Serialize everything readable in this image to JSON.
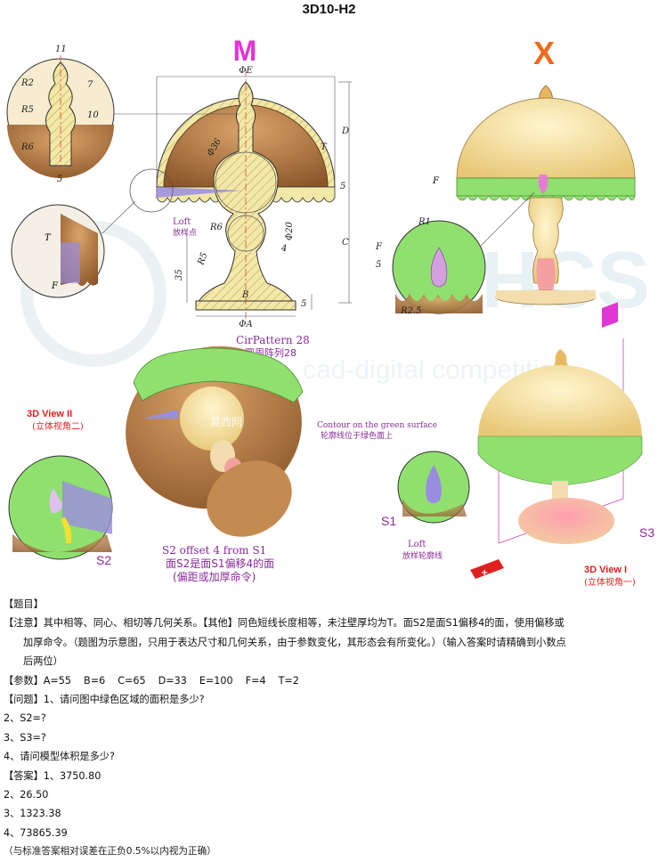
{
  "header": {
    "title": "3D10-H2"
  },
  "views": {
    "m_label": "M",
    "x_label": "X",
    "view2_title": "3D View II",
    "view2_sub": "(立体视角二)",
    "view1_title": "3D View I",
    "view1_sub": "(立体视角一)",
    "m_badge": "M"
  },
  "annotations": {
    "cirpattern_en": "CirPattern 28",
    "cirpattern_cn": "圆周阵列28",
    "loft_en": "Loft",
    "loft_cn": "放样点",
    "contour_en": "Contour on the green surface",
    "contour_cn": "轮廓线位于绿色面上",
    "loft2_en": "Loft",
    "loft2_cn": "放样轮廓线",
    "s1": "S1",
    "s2": "S2",
    "s3": "S3",
    "s2_offset_en": "S2 offset 4 from S1",
    "s2_offset_cn1": "面S2是面S1偏移4的面",
    "s2_offset_cn2": "(偏距或加厚命令)",
    "watermark_cn": "莫西网",
    "watermark_en": "cad-digital competition"
  },
  "dims": {
    "d11": "11",
    "r2": "R2",
    "d7": "7",
    "r5": "R5",
    "d10": "10",
    "r6": "R6",
    "d5": "5",
    "phiE": "ΦE",
    "phi36": "Φ36",
    "d_D": "D",
    "d_T": "T",
    "d_C": "C",
    "r6b": "R6",
    "phi20": "Φ20",
    "d4": "4",
    "r5b": "R5",
    "d35": "35",
    "d_B": "B",
    "phiA": "ΦA",
    "d5b": "5",
    "d5c": "5",
    "d_F": "F",
    "r1": "R1",
    "d_F2": "F",
    "d5d": "5",
    "r25": "R2.5",
    "t_small": "T",
    "f_small": "F"
  },
  "content": {
    "heading_label": "【题目】",
    "note": "【注意】其中相等、同心、相切等几何关系。【其他】同色短线长度相等，未注壁厚均为T。面S2是面S1偏移4的面，使用偏移或",
    "note_cont": "加厚命令。（题图为示意图，只用于表达尺寸和几何关系，由于参数变化，其形态会有所变化。）（输入答案时请精确到小数点",
    "note_cont2": "后两位）",
    "params_label": "【参数】",
    "params": [
      "A=55",
      "B=6",
      "C=65",
      "D=33",
      "E=100",
      "F=4",
      "T=2"
    ],
    "question1": "【问题】1、请问图中绿色区域的面积是多少?",
    "question2": "2、S2=?",
    "question3": "3、S3=?",
    "question4": "4、请问模型体积是多少?",
    "answer1": "【答案】1、3750.80",
    "answer2": "2、26.50",
    "answer3": "3、1323.38",
    "answer4": "4、73865.39",
    "tolerance": "（与标准答案相对误差在正负0.5%以内视为正确）"
  }
}
